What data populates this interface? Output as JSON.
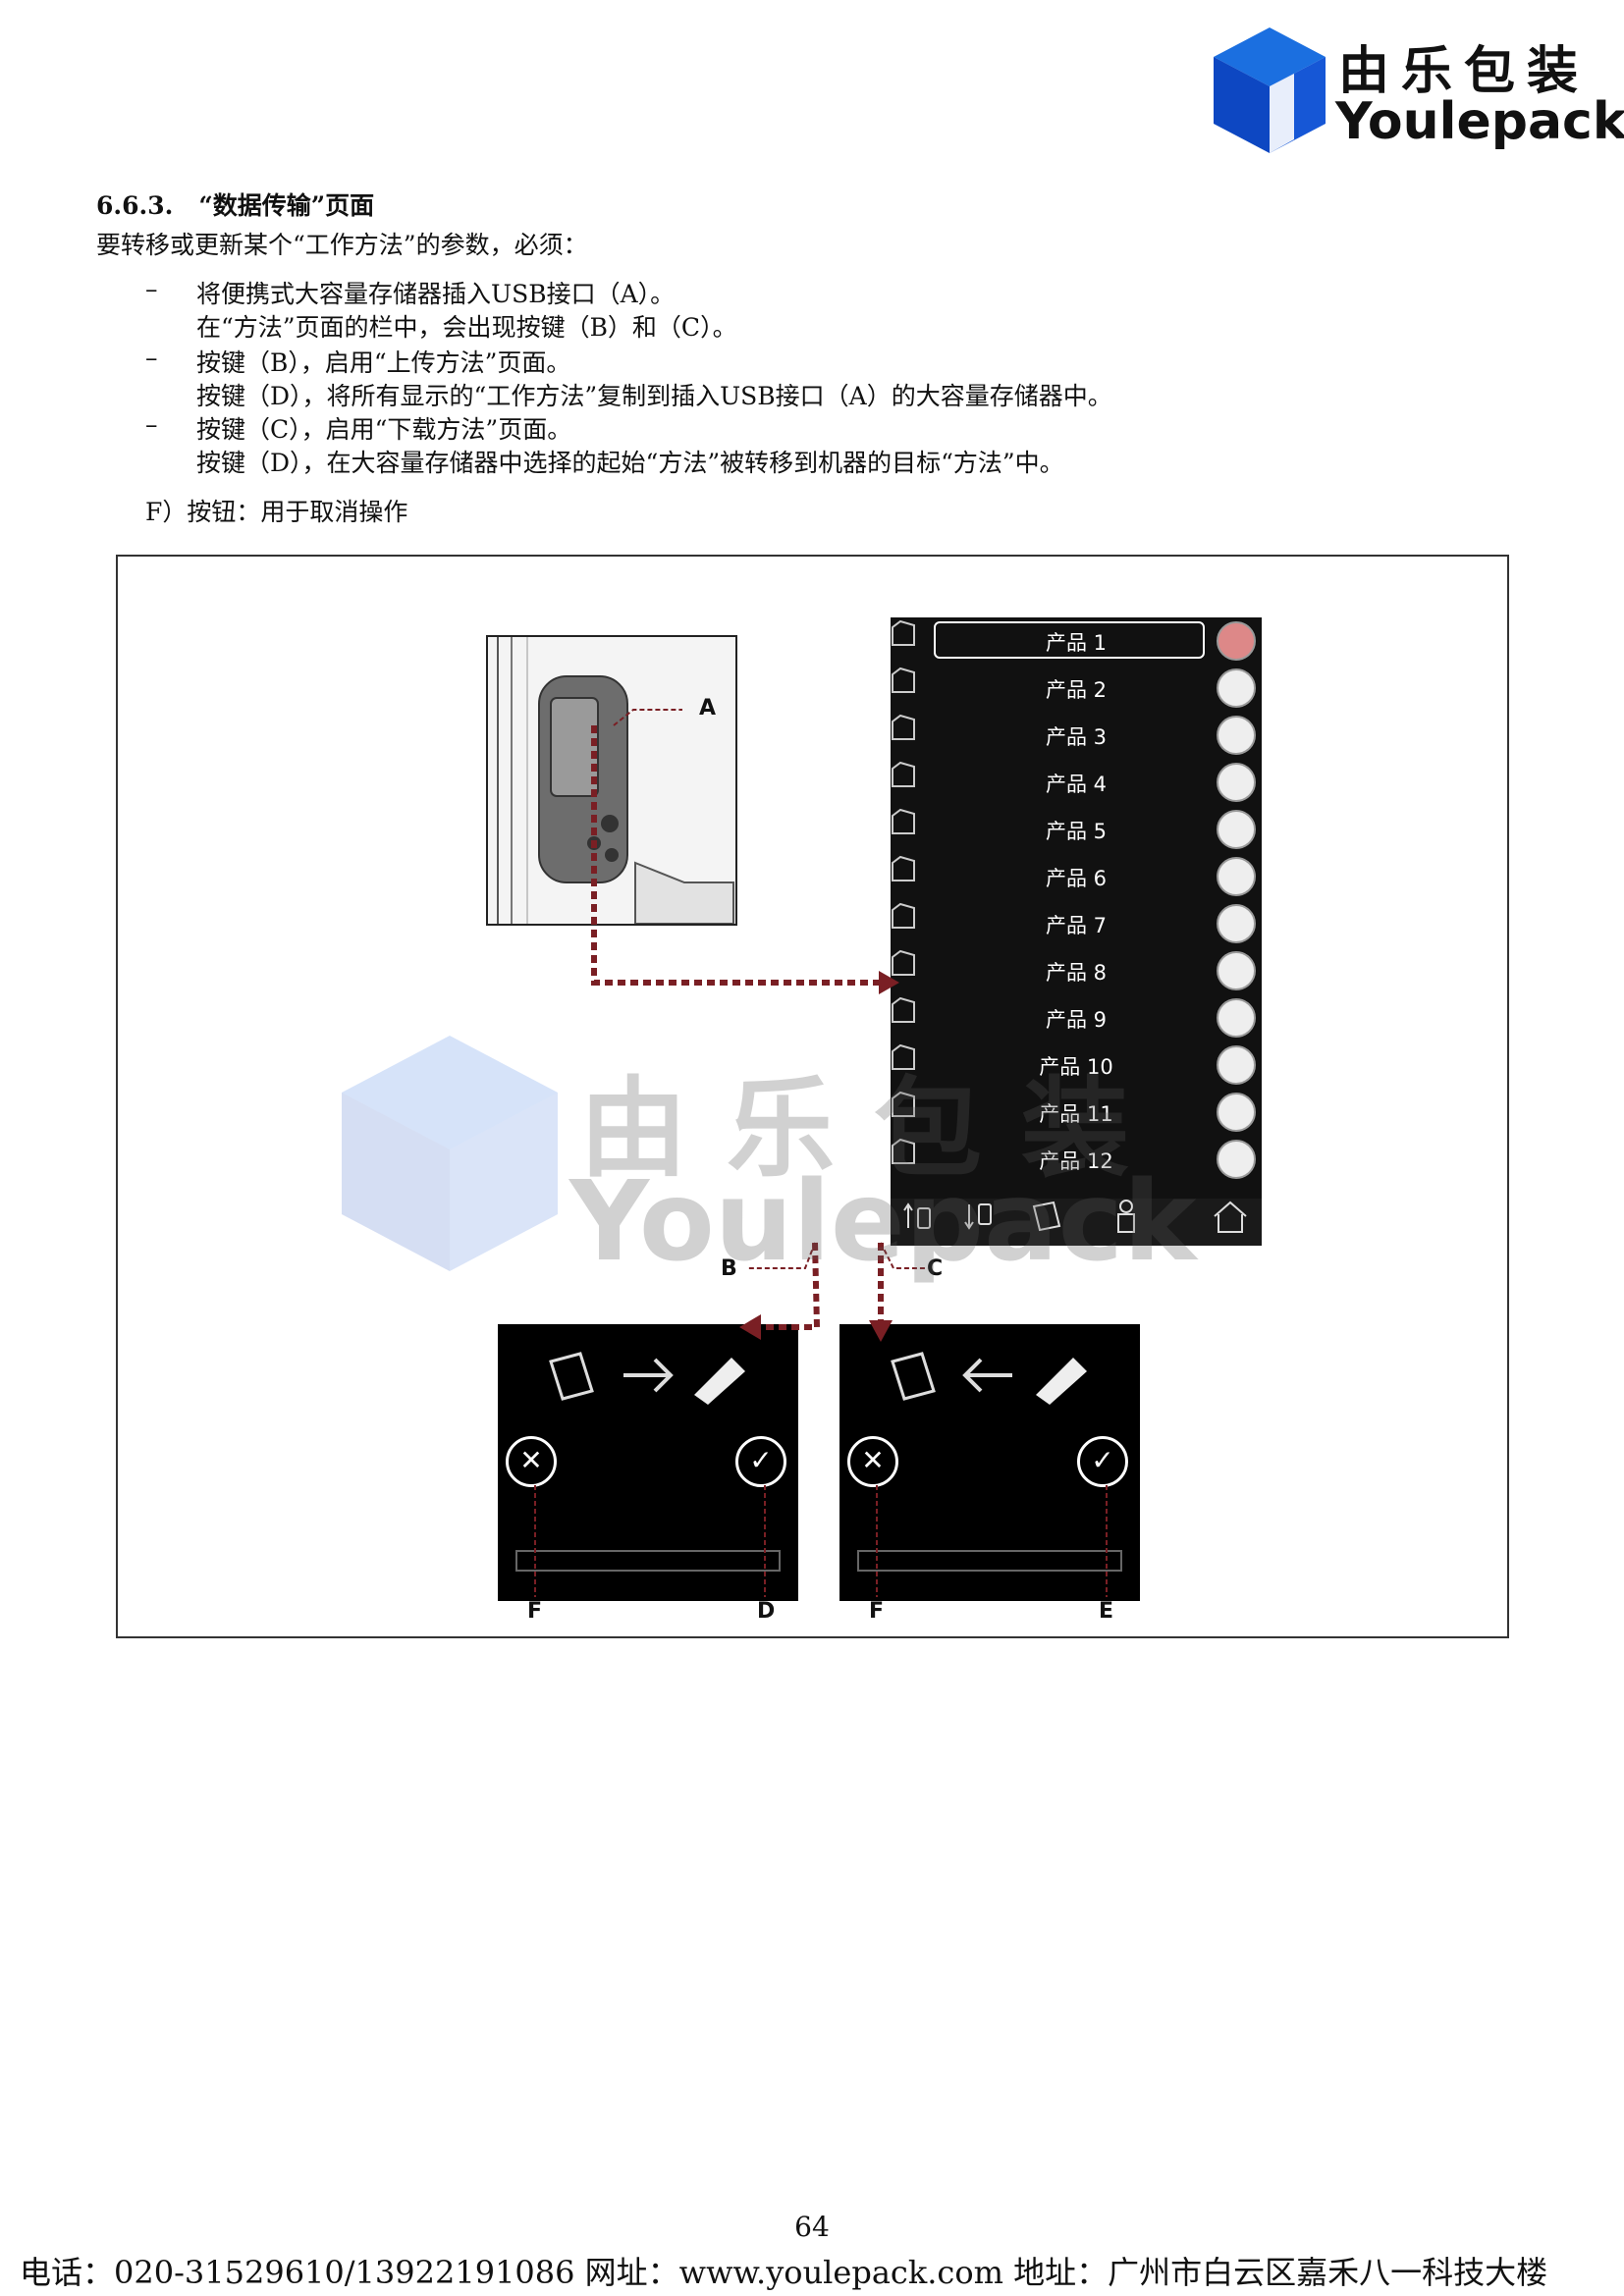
{
  "logo": {
    "cn": "由乐包装",
    "en": "Youlepack"
  },
  "section": {
    "number": "6.6.3.",
    "title": "“数据传输”页面"
  },
  "intro": "要转移或更新某个“工作方法”的参数，必须：",
  "steps": [
    {
      "bullet": "–",
      "lines": [
        "将便携式大容量存储器插入USB接口（A）。",
        "在“方法”页面的栏中，会出现按键（B）和（C）。"
      ]
    },
    {
      "bullet": "–",
      "lines": [
        "按键（B），启用“上传方法”页面。",
        "按键（D），将所有显示的“工作方法”复制到插入USB接口（A）的大容量存储器中。"
      ]
    },
    {
      "bullet": "–",
      "lines": [
        "按键（C），启用“下载方法”页面。",
        "按键（D），在大容量存储器中选择的起始“方法”被转移到机器的目标“方法”中。"
      ]
    }
  ],
  "note_f": "F）按钮：用于取消操作",
  "figure": {
    "products": [
      {
        "num": "1",
        "name": "产品 1"
      },
      {
        "num": "2",
        "name": "产品 2"
      },
      {
        "num": "3",
        "name": "产品 3"
      },
      {
        "num": "4",
        "name": "产品 4"
      },
      {
        "num": "5",
        "name": "产品 5"
      },
      {
        "num": "6",
        "name": "产品 6"
      },
      {
        "num": "7",
        "name": "产品 7"
      },
      {
        "num": "8",
        "name": "产品 8"
      },
      {
        "num": "9",
        "name": "产品 9"
      },
      {
        "num": "10",
        "name": "产品 10"
      },
      {
        "num": "11",
        "name": "产品 11"
      },
      {
        "num": "12",
        "name": "产品 12"
      }
    ],
    "labels": {
      "a": "A",
      "b": "B",
      "c": "C",
      "d": "D",
      "e": "E",
      "f1": "F",
      "f2": "F"
    },
    "accent_color": "#7a1f24",
    "cancel_glyph": "✕",
    "confirm_glyph": "✓",
    "watermark": {
      "cn": "由乐包装",
      "en": "Youlepack"
    }
  },
  "page_number": "64",
  "footer": "电话：020-31529610/13922191086    网址：www.youlepack.com    地址：广州市白云区嘉禾八一科技大楼"
}
